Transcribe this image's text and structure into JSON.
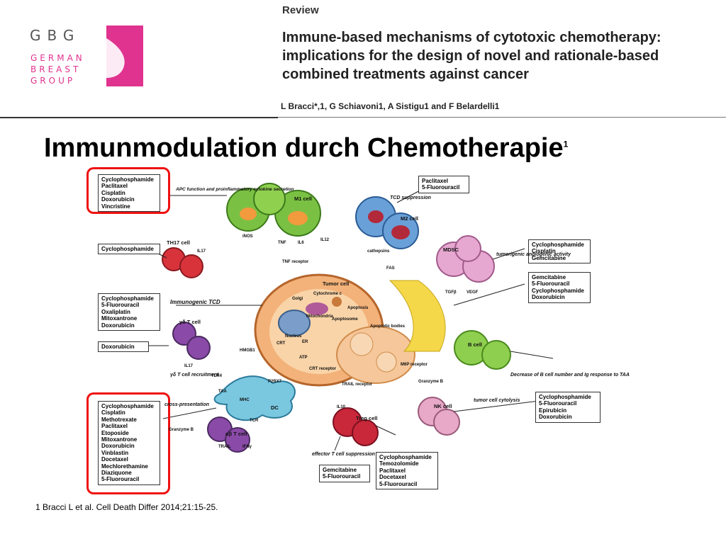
{
  "logo": {
    "abbr": "GBG",
    "line1": "GERMAN",
    "line2": "BREAST",
    "line3": "GROUP"
  },
  "paper": {
    "label": "Review",
    "title": "Immune-based mechanisms of cytotoxic chemotherapy: implications for the design of novel and rationale-based combined treatments against cancer",
    "authors": "L Bracci*,1, G Schiavoni1, A Sistigu1 and F Belardelli1"
  },
  "slide": {
    "title": "Immunmodulation durch Chemotherapie",
    "title_sup": "1"
  },
  "drug_boxes": {
    "apc": [
      "Cyclophosphamide",
      "Paclitaxel",
      "Cisplatin",
      "Doxorubicin",
      "Vincristine"
    ],
    "m2": [
      "Paclitaxel",
      "5-Fluorouracil"
    ],
    "th17": [
      "Cyclophosphamide"
    ],
    "mdsc": [
      "Cyclophosphamide",
      "Cisplatin",
      "Gemcitabine"
    ],
    "tgf": [
      "Gemcitabine",
      "5-Fluorouracil",
      "Cyclophosphamide",
      "Doxorubicin"
    ],
    "tcd": [
      "Cyclophosphamide",
      "5-Fluorouracil",
      "Oxaliplatin",
      "Mitoxantrone",
      "Doxorubicin"
    ],
    "gd": [
      "Doxorubicin"
    ],
    "cross": [
      "Cyclophosphamide",
      "Cisplatin",
      "Methotrexate",
      "Paclitaxel",
      "Etoposide",
      "Mitoxantrone",
      "Doxorubicin",
      "Vinblastin",
      "Docetaxel",
      "Mechlorethamine",
      "Diaziquone",
      "5-Fluorouracil"
    ],
    "nk": [
      "Cyclophosphamide",
      "5-Fluorouracil",
      "Epirubicin",
      "Doxorubicin"
    ],
    "treg1": [
      "Gemcitabine",
      "5-Fluorouracil"
    ],
    "treg2": [
      "Cyclophosphamide",
      "Temozolomide",
      "Paclitaxel",
      "Docetaxel",
      "5-Fluorouracil"
    ]
  },
  "process_labels": {
    "apc": "APC function and proinflammatory cytokine secretion",
    "m2": "TCD suppression",
    "tcd": "Immunogenic TCD",
    "tumorigenic": "tumorigenic angiogenic activity",
    "bcell": "Decrease of B cell number and Ig response to TAA",
    "nk": "tumor cell cytolysis",
    "cross": "cross-presentation",
    "recruit": "γδ T cell recruitment",
    "treg": "effector T cell suppression"
  },
  "cell_labels": {
    "m1": "M1 cell",
    "m2": "M2 cell",
    "th17": "TH17 cell",
    "mdsc": "MDSC",
    "tumor": "Tumor cell",
    "gd": "γδ T cell",
    "bcell": "B cell",
    "dc": "DC",
    "nk": "NK cell",
    "treg": "Treg cell",
    "abt": "αβ T cell"
  },
  "molecule_labels": {
    "inos": "iNOS",
    "tnf": "TNF",
    "il6": "IL6",
    "il12": "IL12",
    "cathepsins": "cathepsins",
    "il17a": "IL17",
    "tnfr": "TNF receptor",
    "fas": "FAS",
    "golgi": "Golgi",
    "cytc": "Cytochrome c",
    "apoptosis": "Apoptosis",
    "nucleus": "Nucleus",
    "mito": "Mitochondria",
    "apoptosome": "Apoptosome",
    "apobodies": "Apoptotic bodies",
    "er": "ER",
    "crt": "CRT",
    "atp": "ATP",
    "hmgb1": "HMGB1",
    "tgfb": "TGFβ",
    "vegf": "VEGF",
    "m6p": "M6P receptor",
    "granzyme": "Granzyme B",
    "crtrec": "CRT receptor",
    "trail_rec": "TRAIL receptor",
    "tlr4": "TLR4",
    "p2rx7": "P2RX7",
    "taa": "TAA",
    "mhc": "MHC",
    "tcr": "TCR",
    "il17b": "IL17",
    "il10": "IL10",
    "granzyme2": "Granzyme B",
    "trail": "TRAIL",
    "ifn": "IFNγ"
  },
  "footnote": "1 Bracci L et al. Cell Death Differ 2014;21:15-25."
}
